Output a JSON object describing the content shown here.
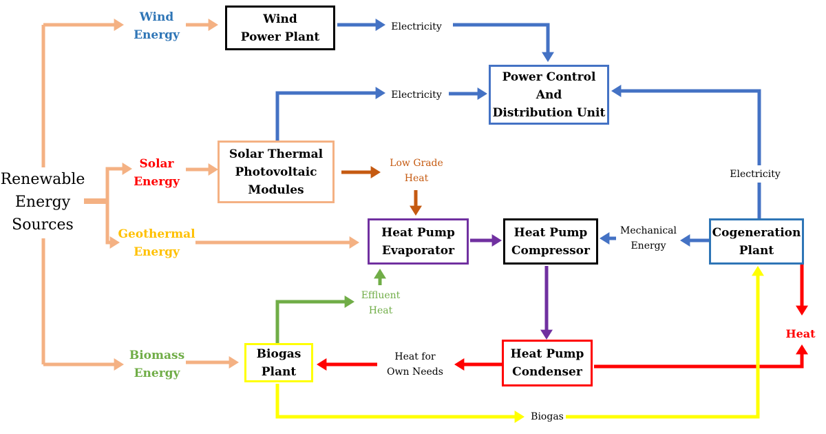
{
  "colors": {
    "peach": "#F4B183",
    "blue": "#4472C4",
    "orange": "#C55A11",
    "purple": "#7030A0",
    "red": "#FF0000",
    "yellow": "#FFFF00",
    "green": "#70AD47",
    "wind_text": "#2E75B6",
    "geothermal_text": "#FFC000",
    "black": "#000000"
  },
  "sources": {
    "title": [
      "Renewable",
      "Energy",
      "Sources"
    ],
    "wind": [
      "Wind",
      "Energy"
    ],
    "solar": [
      "Solar",
      "Energy"
    ],
    "geothermal": [
      "Geothermal",
      "Energy"
    ],
    "biomass": [
      "Biomass",
      "Energy"
    ]
  },
  "nodes": {
    "wind_plant": [
      "Wind",
      "Power Plant"
    ],
    "pcdu": [
      "Power Control",
      "And",
      "Distribution Unit"
    ],
    "solar_pv": [
      "Solar Thermal",
      "Photovoltaic",
      "Modules"
    ],
    "hp_evaporator": [
      "Heat Pump",
      "Evaporator"
    ],
    "hp_compressor": [
      "Heat Pump",
      "Compressor"
    ],
    "cogeneration": [
      "Cogeneration",
      "Plant"
    ],
    "hp_condenser": [
      "Heat Pump",
      "Condenser"
    ],
    "biogas_plant": [
      "Biogas",
      "Plant"
    ]
  },
  "flows": {
    "electricity_wind": "Electricity",
    "electricity_solar": "Electricity",
    "electricity_cogen": "Electricity",
    "low_grade_heat": [
      "Low Grade",
      "Heat"
    ],
    "mechanical_energy": [
      "Mechanical",
      "Energy"
    ],
    "effluent_heat": [
      "Effluent",
      "Heat"
    ],
    "heat_own_needs": [
      "Heat for",
      "Own Needs"
    ],
    "heat": "Heat",
    "biogas": "Biogas"
  }
}
